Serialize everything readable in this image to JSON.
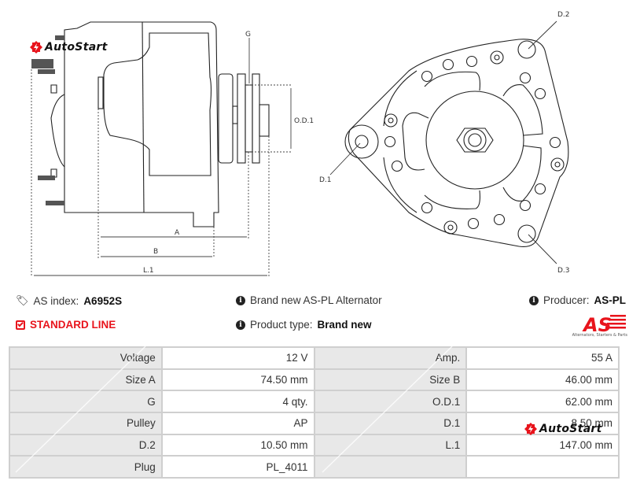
{
  "brand_watermark": "AutoStart",
  "drawing": {
    "side_view_labels": {
      "g": "G",
      "od1": "O.D.1",
      "a": "A",
      "b": "B",
      "l1": "L.1"
    },
    "front_view_labels": {
      "d1": "D.1",
      "d2": "D.2",
      "d3": "D.3"
    }
  },
  "info": {
    "as_index_label": "AS index:",
    "as_index_value": "A6952S",
    "line_label": "STANDARD LINE",
    "brand_new_label": "Brand new AS-PL Alternator",
    "product_type_label": "Product type:",
    "product_type_value": "Brand new",
    "producer_label": "Producer:",
    "producer_value": "AS-PL",
    "producer_logo_text": "AS",
    "producer_logo_sub": "Alternators, Starters & Parts"
  },
  "colors": {
    "accent_red": "#e8141c",
    "label_bg": "#e8e8e8",
    "border": "#cfcfcf"
  },
  "specs": [
    {
      "l1": "Voltage",
      "v1": "12 V",
      "l2": "Amp.",
      "v2": "55 A"
    },
    {
      "l1": "Size A",
      "v1": "74.50 mm",
      "l2": "Size B",
      "v2": "46.00 mm"
    },
    {
      "l1": "G",
      "v1": "4 qty.",
      "l2": "O.D.1",
      "v2": "62.00 mm"
    },
    {
      "l1": "Pulley",
      "v1": "AP",
      "l2": "D.1",
      "v2": "8.50 mm"
    },
    {
      "l1": "D.2",
      "v1": "10.50 mm",
      "l2": "L.1",
      "v2": "147.00 mm"
    },
    {
      "l1": "Plug",
      "v1": "PL_4011",
      "l2": "",
      "v2": ""
    }
  ]
}
